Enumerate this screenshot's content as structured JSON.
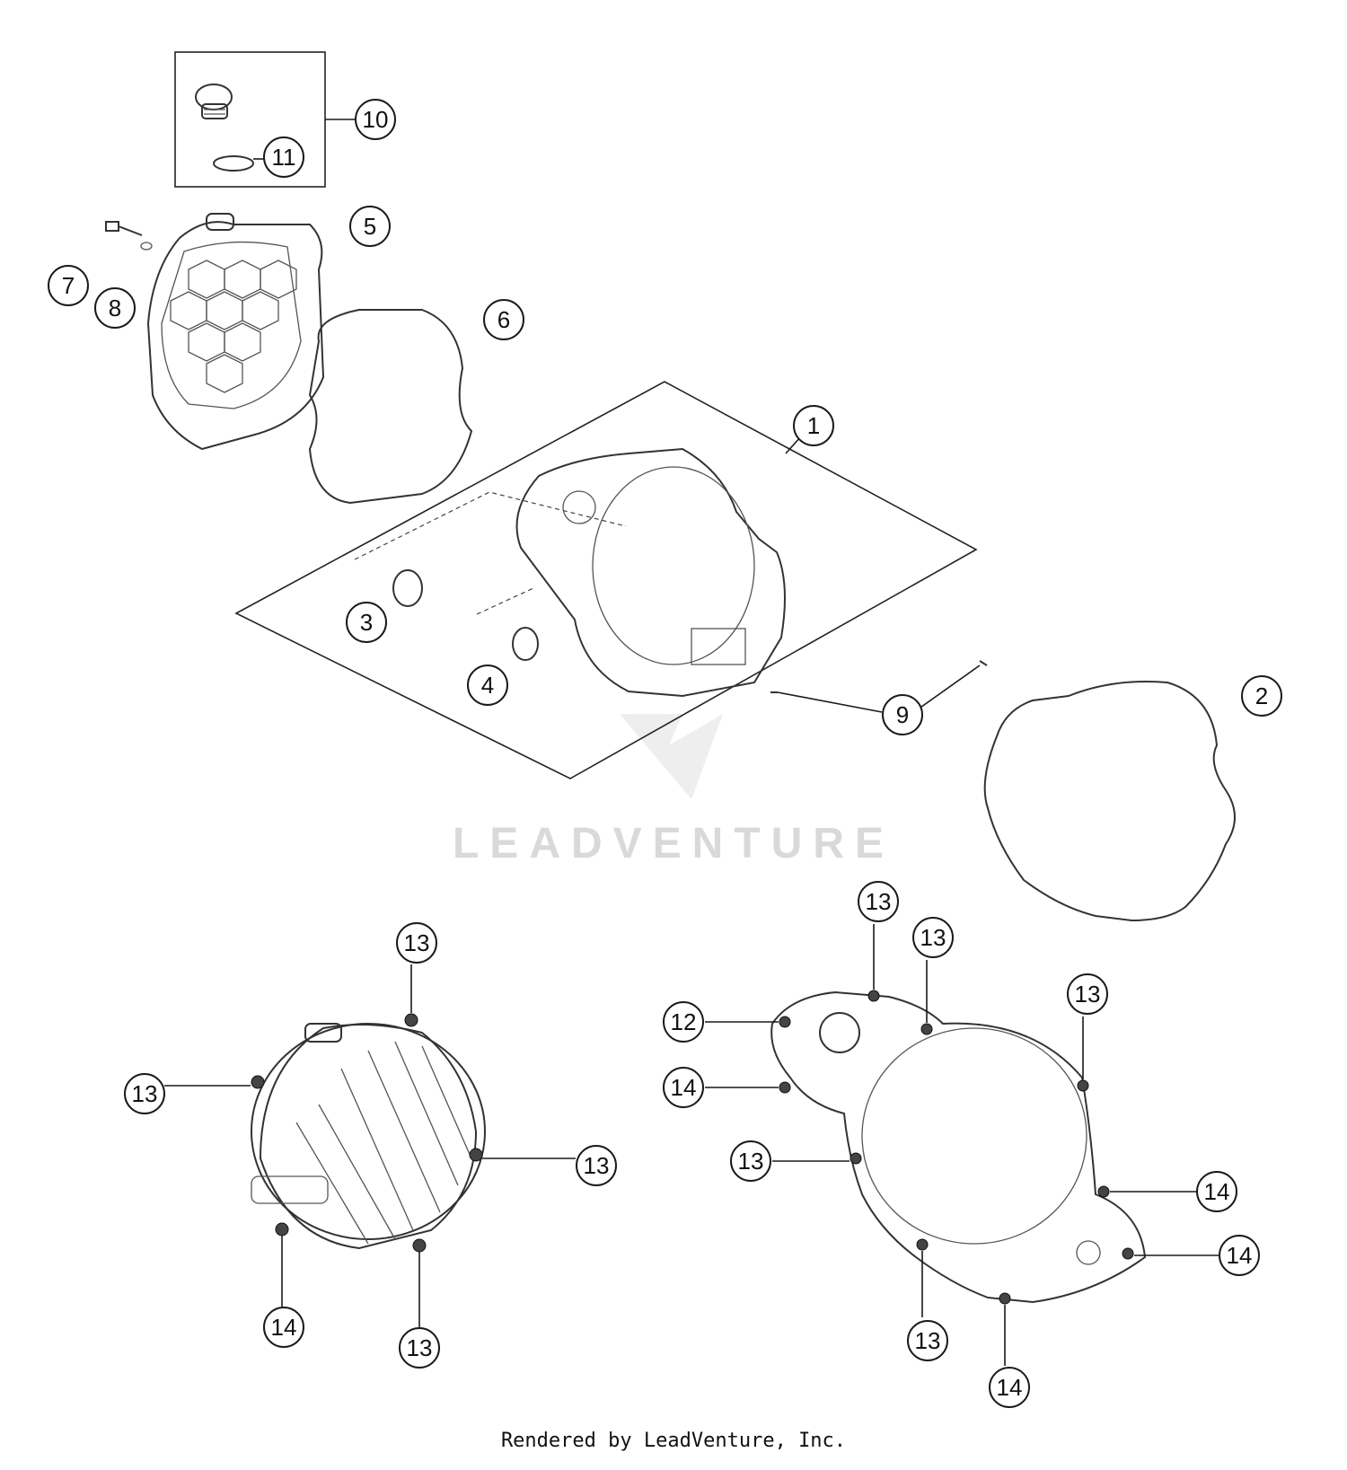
{
  "callouts": [
    {
      "id": "c1",
      "label": "1"
    },
    {
      "id": "c2",
      "label": "2"
    },
    {
      "id": "c3",
      "label": "3"
    },
    {
      "id": "c4",
      "label": "4"
    },
    {
      "id": "c5",
      "label": "5"
    },
    {
      "id": "c6",
      "label": "6"
    },
    {
      "id": "c7",
      "label": "7"
    },
    {
      "id": "c8",
      "label": "8"
    },
    {
      "id": "c9",
      "label": "9"
    },
    {
      "id": "c10",
      "label": "10"
    },
    {
      "id": "c11",
      "label": "11"
    },
    {
      "id": "c12",
      "label": "12"
    },
    {
      "id": "c13",
      "label": "13"
    },
    {
      "id": "c14",
      "label": "14"
    }
  ],
  "watermark": {
    "word": "LEADVENTURE"
  },
  "footer": {
    "credit": "Rendered by LeadVenture, Inc."
  }
}
